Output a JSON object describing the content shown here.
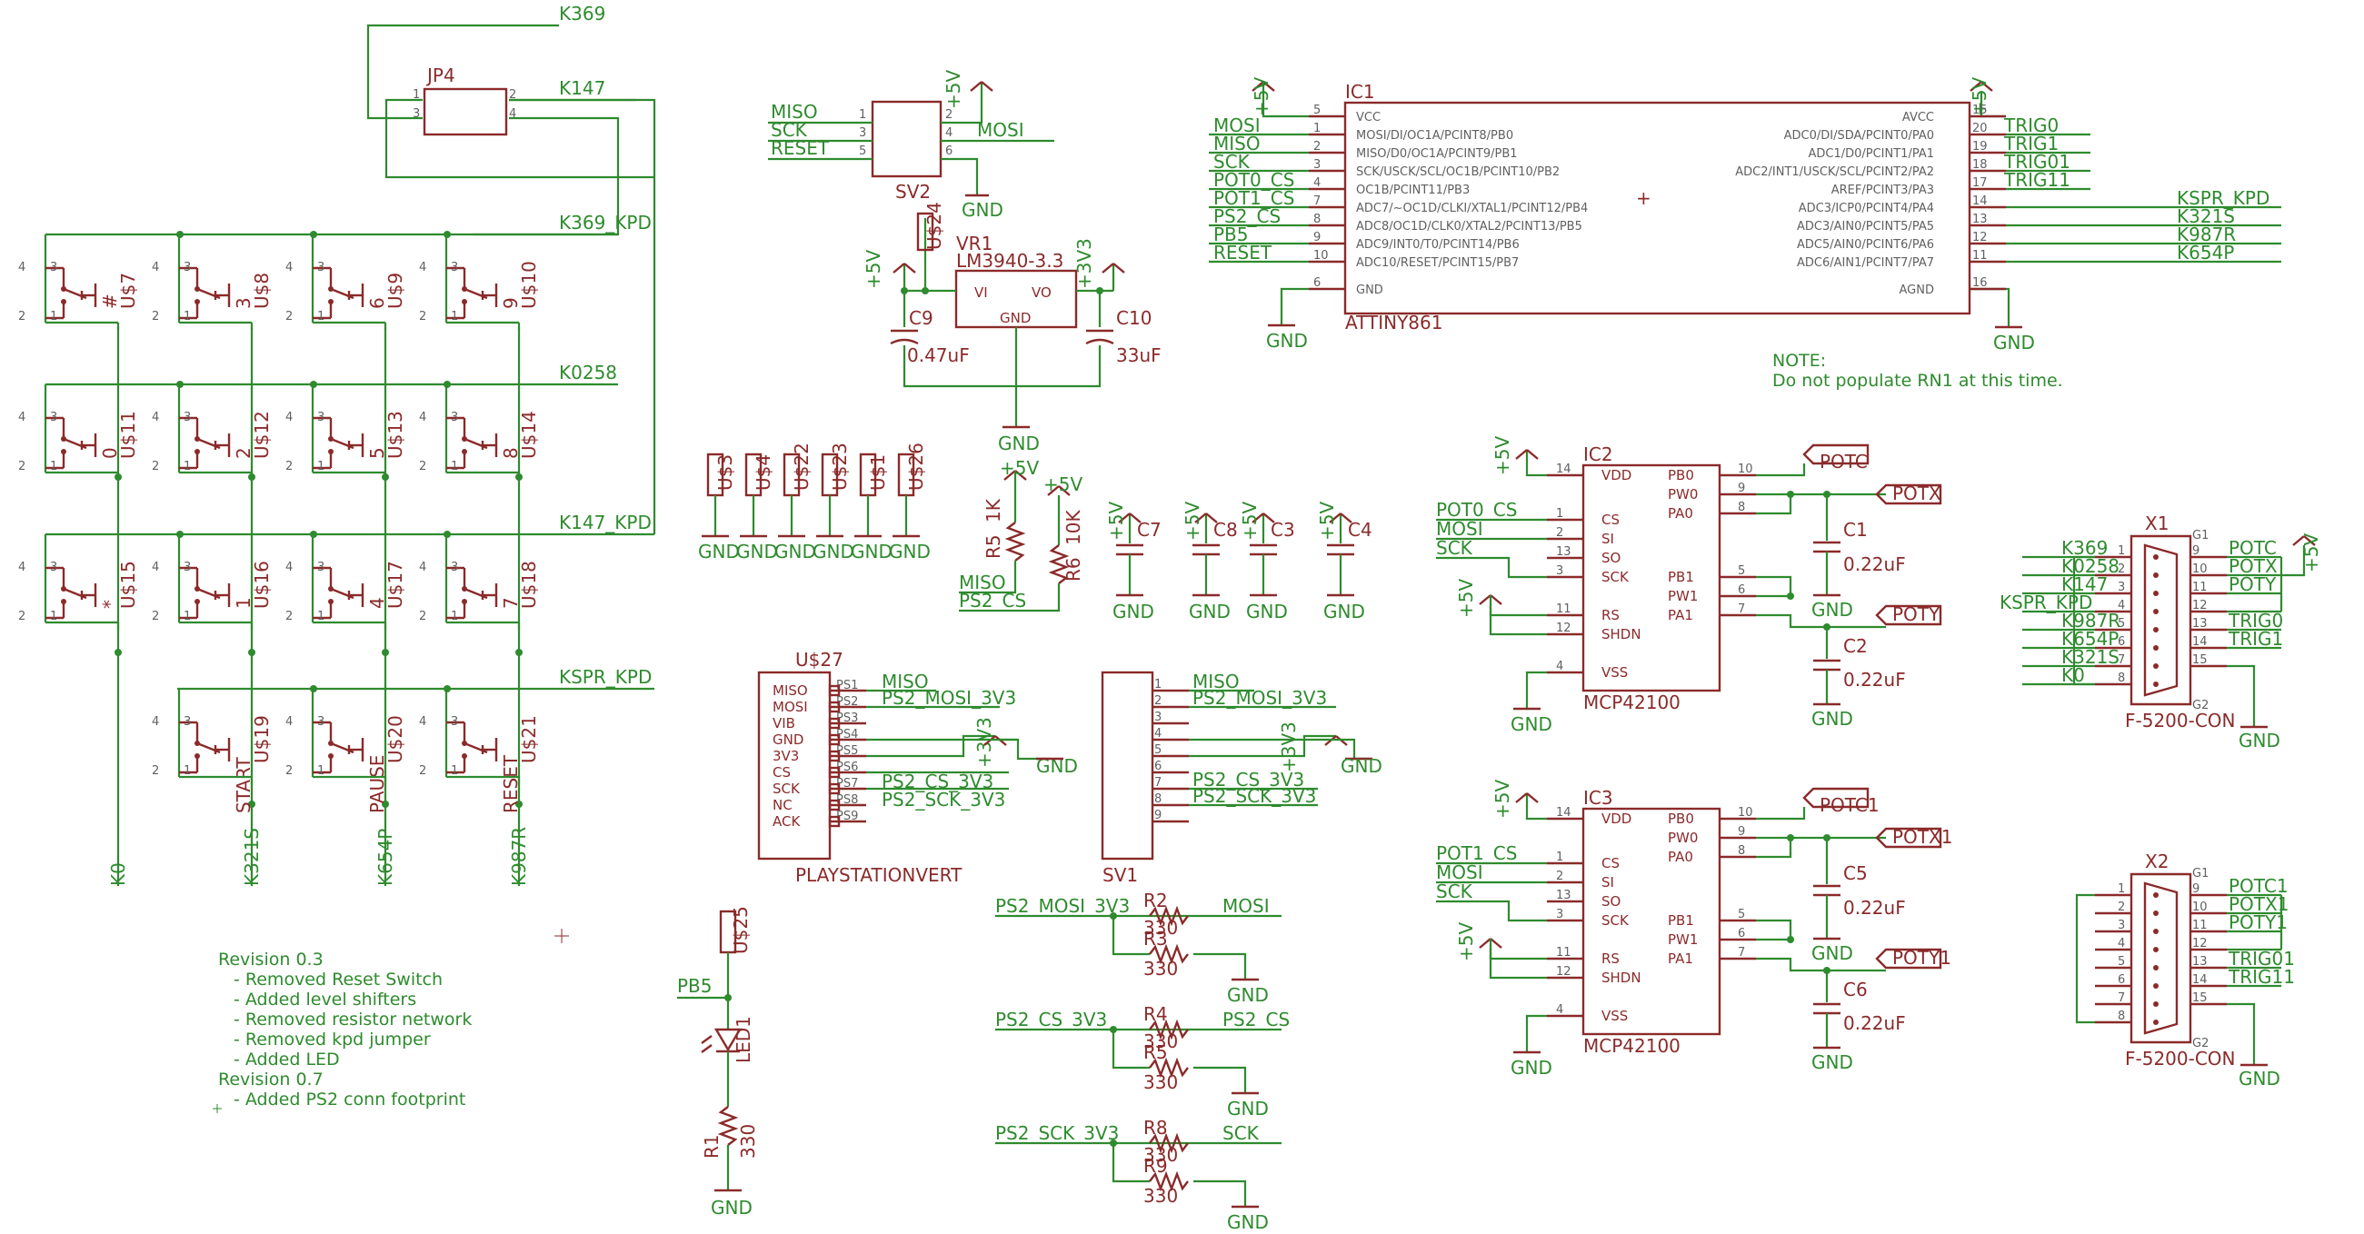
{
  "keypad": {
    "nets": {
      "k369": "K369",
      "k147": "K147",
      "k369kpd": "K369_KPD",
      "k0258": "K0258",
      "k147kpd": "K147_KPD",
      "ksprkpd": "KSPR_KPD"
    },
    "jp4": "JP4",
    "jp4_pins": [
      "1",
      "2",
      "3",
      "4"
    ],
    "switch_pins": [
      "4",
      "3",
      "2",
      "1"
    ],
    "buttons": [
      {
        "ref": "U$7",
        "label": "#"
      },
      {
        "ref": "U$8",
        "label": "3"
      },
      {
        "ref": "U$9",
        "label": "6"
      },
      {
        "ref": "U$10",
        "label": "9"
      },
      {
        "ref": "U$11",
        "label": "0"
      },
      {
        "ref": "U$12",
        "label": "2"
      },
      {
        "ref": "U$13",
        "label": "5"
      },
      {
        "ref": "U$14",
        "label": "8"
      },
      {
        "ref": "U$15",
        "label": "*"
      },
      {
        "ref": "U$16",
        "label": "1"
      },
      {
        "ref": "U$17",
        "label": "4"
      },
      {
        "ref": "U$18",
        "label": "7"
      },
      {
        "ref": "U$19",
        "label": "START"
      },
      {
        "ref": "U$20",
        "label": "PAUSE"
      },
      {
        "ref": "U$21",
        "label": "RESET"
      }
    ],
    "columns": [
      "K0",
      "K321S",
      "K654P",
      "K987R"
    ]
  },
  "sv2": {
    "ref": "SV2",
    "left": [
      "MISO",
      "SCK",
      "RESET"
    ],
    "right": [
      "+5V",
      "MOSI",
      "GND"
    ],
    "pins": [
      "1",
      "2",
      "3",
      "4",
      "5",
      "6"
    ]
  },
  "reg": {
    "vr": "VR1",
    "part": "LM3940-3.3",
    "vi": "VI",
    "vo": "VO",
    "gnd": "GND",
    "usref": "U$24",
    "c9": "C9",
    "c9v": "0.47uF",
    "c10": "C10",
    "c10v": "33uF",
    "p5": "+5V",
    "p3": "+3V3",
    "gnd_label": "GND"
  },
  "mcu": {
    "ref": "IC1",
    "part": "ATTINY861",
    "left_nets": [
      "MOSI",
      "MISO",
      "SCK",
      "POT0_CS",
      "POT1_CS",
      "PS2_CS",
      "PB5",
      "RESET"
    ],
    "left_pins": [
      "5",
      "1",
      "2",
      "3",
      "4",
      "7",
      "8",
      "9",
      "10",
      "6"
    ],
    "left_names": [
      "VCC",
      "MOSI/DI/OC1A/PCINT8/PB0",
      "MISO/D0/OC1A/PCINT9/PB1",
      "SCK/USCK/SCL/OC1B/PCINT10/PB2",
      "OC1B/PCINT11/PB3",
      "ADC7/~OC1D/CLKI/XTAL1/PCINT12/PB4",
      "ADC8/OC1D/CLK0/XTAL2/PCINT13/PB5",
      "ADC9/INT0/T0/PCINT14/PB6",
      "ADC10/RESET/PCINT15/PB7",
      "GND"
    ],
    "right_pins": [
      "15",
      "20",
      "19",
      "18",
      "17",
      "14",
      "13",
      "12",
      "11",
      "16"
    ],
    "right_names": [
      "AVCC",
      "ADC0/DI/SDA/PCINT0/PA0",
      "ADC1/D0/PCINT1/PA1",
      "ADC2/INT1/USCK/SCL/PCINT2/PA2",
      "AREF/PCINT3/PA3",
      "ADC3/ICP0/PCINT4/PA4",
      "ADC3/AIN0/PCINT5/PA5",
      "ADC5/AIN0/PCINT6/PA6",
      "ADC6/AIN1/PCINT7/PA7",
      "AGND"
    ],
    "right_nets": [
      "TRIG0",
      "TRIG1",
      "TRIG01",
      "TRIG11",
      "KSPR_KPD",
      "K321S",
      "K987R",
      "K654P"
    ],
    "p5": "+5V",
    "gnd": "GND"
  },
  "note": {
    "title": "NOTE:",
    "text": "Do not populate RN1 at this time."
  },
  "misc": {
    "gnd_refs": [
      "U$3",
      "U$4",
      "U$22",
      "U$23",
      "U$1",
      "U$26"
    ],
    "gnd": "GND",
    "r5": "R5",
    "r5v": "1K",
    "r6": "R6",
    "r6v": "10K",
    "p5": "+5V",
    "r_nets": [
      "MISO",
      "PS2_CS"
    ],
    "caps": [
      "C7",
      "C8",
      "C3",
      "C4"
    ]
  },
  "ps": {
    "ref": "U$27",
    "part": "PLAYSTATIONVERT",
    "pins": [
      "MISO",
      "MOSI",
      "VIB",
      "GND",
      "3V3",
      "CS",
      "SCK",
      "NC",
      "ACK"
    ],
    "pads": [
      "PS1",
      "PS2",
      "PS3",
      "PS4",
      "PS5",
      "PS6",
      "PS7",
      "PS8",
      "PS9"
    ],
    "nets": [
      "MISO",
      "PS2_MOSI_3V3",
      "+3V3",
      "PS2_CS_3V3",
      "PS2_SCK_3V3",
      "GND"
    ]
  },
  "sv1": {
    "ref": "SV1",
    "pins": [
      "1",
      "2",
      "3",
      "4",
      "5",
      "6",
      "7",
      "8",
      "9"
    ]
  },
  "shifters": [
    {
      "in": "PS2_MOSI_3V3",
      "out": "MOSI",
      "ra": "R2",
      "rav": "330",
      "rb": "R3",
      "rbv": "330"
    },
    {
      "in": "PS2_CS_3V3",
      "out": "PS2_CS",
      "ra": "R4",
      "rav": "330",
      "rb": "R5",
      "rbv": "330"
    },
    {
      "in": "PS2_SCK_3V3",
      "out": "SCK",
      "ra": "R8",
      "rav": "330",
      "rb": "R9",
      "rbv": "330"
    }
  ],
  "led": {
    "ref": "LED1",
    "usref": "U$25",
    "net": "PB5",
    "r": "R1",
    "rv": "330",
    "gnd": "GND"
  },
  "pots": [
    {
      "ref": "IC2",
      "part": "MCP42100",
      "cs": "POT0_CS",
      "potc": "POTC",
      "potx": "POTX",
      "poty": "POTY",
      "c1": "C1",
      "c1v": "0.22uF",
      "c2": "C2",
      "c2v": "0.22uF"
    },
    {
      "ref": "IC3",
      "part": "MCP42100",
      "cs": "POT1_CS",
      "potc": "POTC1",
      "potx": "POTX1",
      "poty": "POTY1",
      "c1": "C5",
      "c1v": "0.22uF",
      "c2": "C6",
      "c2v": "0.22uF"
    }
  ],
  "pot_common": {
    "left_pins": [
      "14",
      "1",
      "2",
      "13",
      "3",
      "11",
      "12",
      "4"
    ],
    "left_names": [
      "VDD",
      "CS",
      "SI",
      "SO",
      "SCK",
      "RS",
      "SHDN",
      "VSS"
    ],
    "right_pins": [
      "10",
      "9",
      "8",
      "5",
      "6",
      "7"
    ],
    "right_names": [
      "PB0",
      "PW0",
      "PA0",
      "PB1",
      "PW1",
      "PA1"
    ],
    "mosi": "MOSI",
    "sck": "SCK",
    "p5": "+5V",
    "gnd": "GND"
  },
  "x1": {
    "ref": "X1",
    "part": "F-5200-CON",
    "left_nets": [
      "K369",
      "K0258",
      "K147",
      "KSPR_KPD",
      "K987R",
      "K654P",
      "K321S",
      "K0"
    ],
    "right_nets": [
      "POTC",
      "POTX",
      "POTY",
      "TRIG0",
      "TRIG1"
    ],
    "left_pins": [
      "1",
      "2",
      "3",
      "4",
      "5",
      "6",
      "7",
      "8"
    ],
    "right_pins": [
      "9",
      "10",
      "11",
      "12",
      "13",
      "14",
      "15"
    ],
    "g1": "G1",
    "g2": "G2",
    "p5": "+5V",
    "gnd": "GND"
  },
  "x2": {
    "ref": "X2",
    "part": "F-5200-CON",
    "right_nets": [
      "POTC1",
      "POTX1",
      "POTY1",
      "TRIG01",
      "TRIG11"
    ],
    "gnd": "GND"
  },
  "revision": {
    "lines": [
      "Revision 0.3",
      "- Removed Reset Switch",
      "- Added level shifters",
      "- Removed resistor network",
      "- Removed kpd jumper",
      "- Added LED",
      "Revision 0.7",
      "- Added PS2 conn footprint"
    ]
  }
}
